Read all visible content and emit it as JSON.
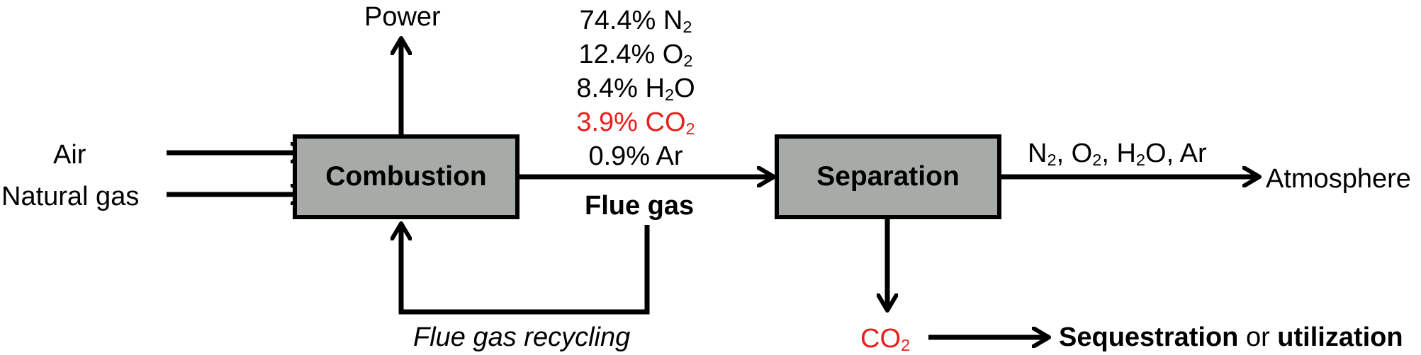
{
  "nodes": {
    "combustion": "Combustion",
    "separation": "Separation"
  },
  "inputs": {
    "air": "Air",
    "natural_gas": "Natural gas"
  },
  "outputs": {
    "power": "Power",
    "atmosphere": "Atmosphere",
    "sequestration": "Sequestration",
    "or_word": " or ",
    "utilization": "utilization"
  },
  "flue_gas": {
    "label": "Flue gas",
    "recycling": "Flue gas recycling",
    "composition": [
      {
        "pct": "74.4% N",
        "sub": "2",
        "tail": "",
        "highlight": false
      },
      {
        "pct": "12.4% O",
        "sub": "2",
        "tail": "",
        "highlight": false
      },
      {
        "pct": "8.4% H",
        "sub": "2",
        "tail": "O",
        "highlight": false
      },
      {
        "pct": "3.9% CO",
        "sub": "2",
        "tail": "",
        "highlight": true
      },
      {
        "pct": "0.9% Ar",
        "sub": "",
        "tail": "",
        "highlight": false
      }
    ]
  },
  "separation_vent": {
    "parts": [
      {
        "t": "N",
        "s": "2"
      },
      {
        "t": ", O",
        "s": "2"
      },
      {
        "t": ", H",
        "s": "2"
      },
      {
        "t": "O, Ar",
        "s": ""
      }
    ]
  },
  "co2_product": {
    "t": "CO",
    "s": "2"
  },
  "colors": {
    "box_fill": "#a7aba7",
    "line": "#000000",
    "highlight": "#e8201c"
  }
}
